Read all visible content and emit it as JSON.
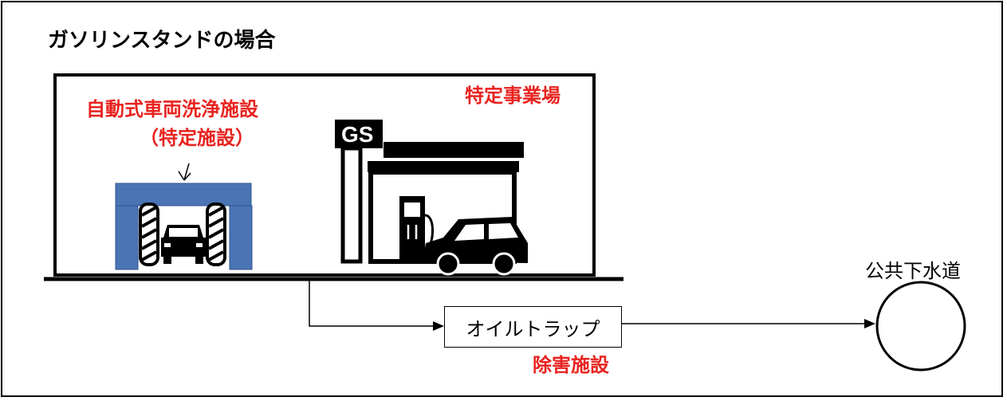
{
  "diagram": {
    "title": "ガソリンスタンドの場合",
    "site_label": "特定事業場",
    "facility_label": "自動式車両洗浄施設",
    "facility_sub_label": "（特定施設）",
    "gs_sign_text": "GS",
    "oil_trap_label": "オイルトラップ",
    "removal_facility_label": "除害施設",
    "sewer_label": "公共下水道"
  },
  "colors": {
    "highlight_text": "#e8231f",
    "carwash_blue": "#4a74b4"
  },
  "icons": [
    "car-wash-icon",
    "gas-station-icon",
    "sewer-manhole-icon",
    "arrow-icon"
  ]
}
